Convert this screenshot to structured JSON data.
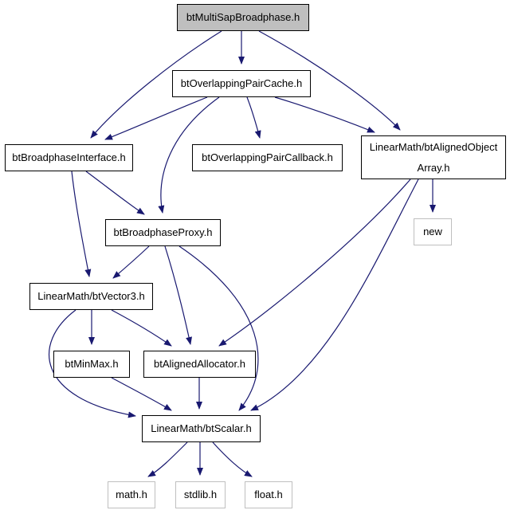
{
  "nodes": {
    "root": "btMultiSapBroadphase.h",
    "overlapping_pair_cache": "btOverlappingPairCache.h",
    "broadphase_interface": "btBroadphaseInterface.h",
    "overlapping_pair_callback": "btOverlappingPairCallback.h",
    "aligned_object_array_line1": "LinearMath/btAlignedObject",
    "aligned_object_array_line2": "Array.h",
    "new": "new",
    "broadphase_proxy": "btBroadphaseProxy.h",
    "vector3": "LinearMath/btVector3.h",
    "minmax": "btMinMax.h",
    "aligned_allocator": "btAlignedAllocator.h",
    "scalar": "LinearMath/btScalar.h",
    "math": "math.h",
    "stdlib": "stdlib.h",
    "float": "float.h"
  },
  "edges": [
    [
      "root",
      "broadphase_interface"
    ],
    [
      "root",
      "overlapping_pair_cache"
    ],
    [
      "root",
      "aligned_object_array"
    ],
    [
      "overlapping_pair_cache",
      "broadphase_interface"
    ],
    [
      "overlapping_pair_cache",
      "broadphase_proxy"
    ],
    [
      "overlapping_pair_cache",
      "overlapping_pair_callback"
    ],
    [
      "overlapping_pair_cache",
      "aligned_object_array"
    ],
    [
      "broadphase_interface",
      "broadphase_proxy"
    ],
    [
      "broadphase_interface",
      "vector3"
    ],
    [
      "aligned_object_array",
      "new"
    ],
    [
      "aligned_object_array",
      "aligned_allocator"
    ],
    [
      "aligned_object_array",
      "scalar"
    ],
    [
      "broadphase_proxy",
      "vector3"
    ],
    [
      "broadphase_proxy",
      "aligned_allocator"
    ],
    [
      "broadphase_proxy",
      "scalar"
    ],
    [
      "vector3",
      "minmax"
    ],
    [
      "vector3",
      "aligned_allocator"
    ],
    [
      "vector3",
      "scalar"
    ],
    [
      "minmax",
      "scalar"
    ],
    [
      "aligned_allocator",
      "scalar"
    ],
    [
      "scalar",
      "math"
    ],
    [
      "scalar",
      "stdlib"
    ],
    [
      "scalar",
      "float"
    ]
  ],
  "colors": {
    "edge": "#191970",
    "external_border": "#bfbfbf",
    "root_fill": "#bfbfbf"
  }
}
